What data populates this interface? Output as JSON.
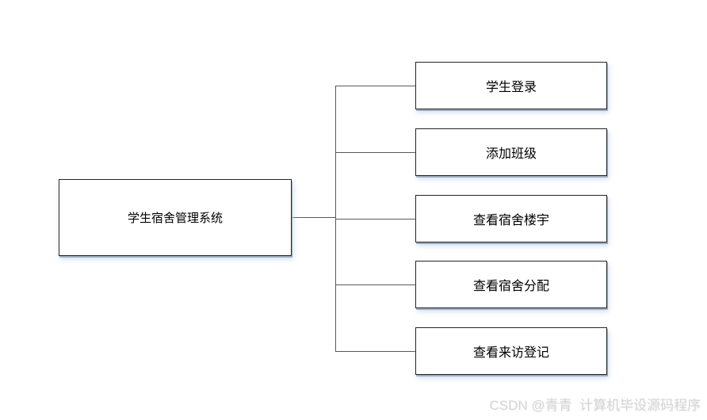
{
  "diagram": {
    "root": {
      "label": "学生宿舍管理系统"
    },
    "children": [
      {
        "label": "学生登录"
      },
      {
        "label": "添加班级"
      },
      {
        "label": "查看宿舍楼宇"
      },
      {
        "label": "查看宿舍分配"
      },
      {
        "label": "查看来访登记"
      }
    ]
  },
  "watermark": {
    "text": "CSDN @青青  计算机毕设源码程序"
  },
  "colors": {
    "background": "#ffffff",
    "box_border": "#262626",
    "box_fill": "#ffffff",
    "line": "#595959",
    "shadow_tint": "#bcd2ee",
    "watermark_text": "#d6d6d6"
  }
}
